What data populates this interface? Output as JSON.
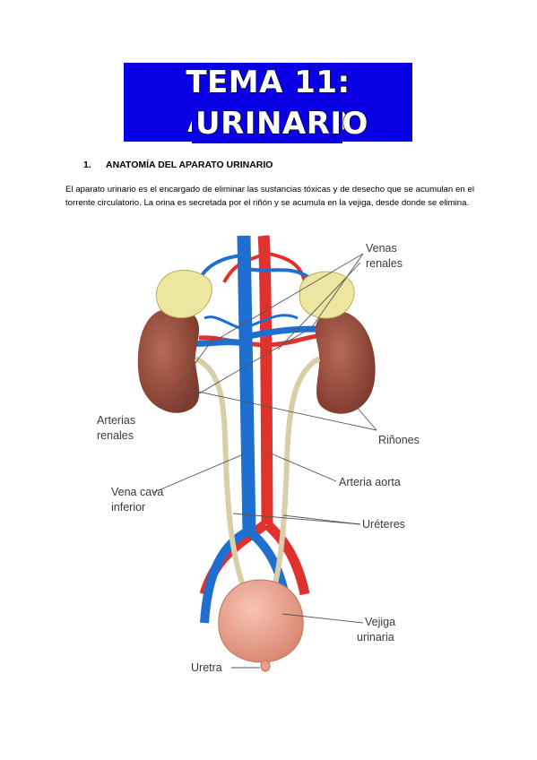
{
  "title": {
    "line1": "TEMA 11: APARATO",
    "line2": "URINARIO"
  },
  "section": {
    "number": "1.",
    "heading": "ANATOMÍA DEL APARATO URINARIO",
    "paragraph": "El aparato urinario es el encargado de eliminar las sustancias tóxicas y de desecho que se acumulan en el torrente circulatorio. La orina es secretada por el riñón y se acumula en la vejiga, desde donde se elimina."
  },
  "figure": {
    "labels": {
      "venas_renales_1": "Venas",
      "venas_renales_2": "renales",
      "arterias_renales_1": "Arterias",
      "arterias_renales_2": "renales",
      "rinones": "Riñones",
      "vena_cava_1": "Vena cava",
      "vena_cava_2": "inferior",
      "arteria_aorta": "Arteria aorta",
      "ureteres": "Uréteres",
      "vejiga_1": "Vejiga",
      "vejiga_2": "urinaria",
      "uretra": "Uretra"
    },
    "colors": {
      "vein": "#1e6fd0",
      "artery": "#e0322c",
      "kidney": "#9a4a3a",
      "adrenal": "#ede6a0",
      "ureter": "#d8cfa8",
      "bladder": "#e8a08a",
      "title_bg": "#0a00e6"
    }
  }
}
